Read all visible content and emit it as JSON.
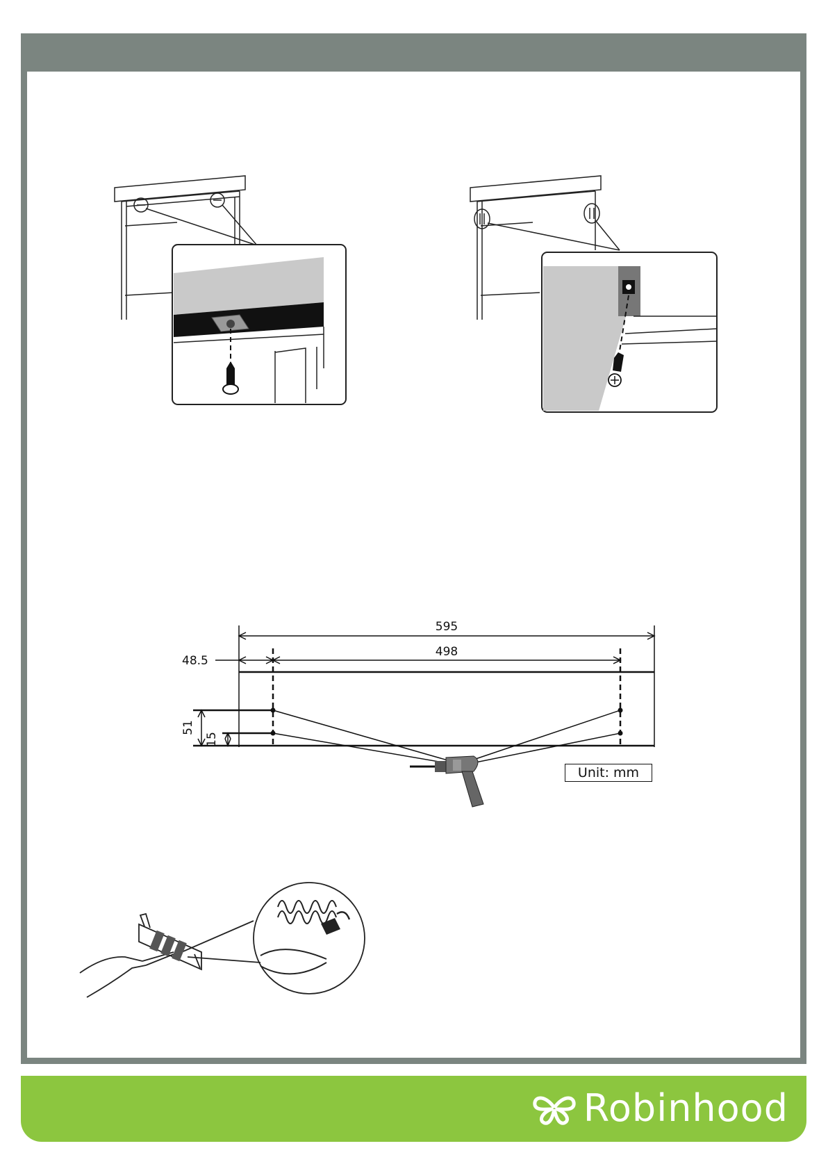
{
  "header": {
    "text": ""
  },
  "drilling_diagram": {
    "overall_width": "595",
    "hole_spacing": "498",
    "edge_offset": "48.5",
    "height_upper": "51",
    "height_lower": "15",
    "unit_label": "Unit: mm"
  },
  "footer": {
    "brand_name": "Robinhood",
    "color": "#8cc63f"
  }
}
